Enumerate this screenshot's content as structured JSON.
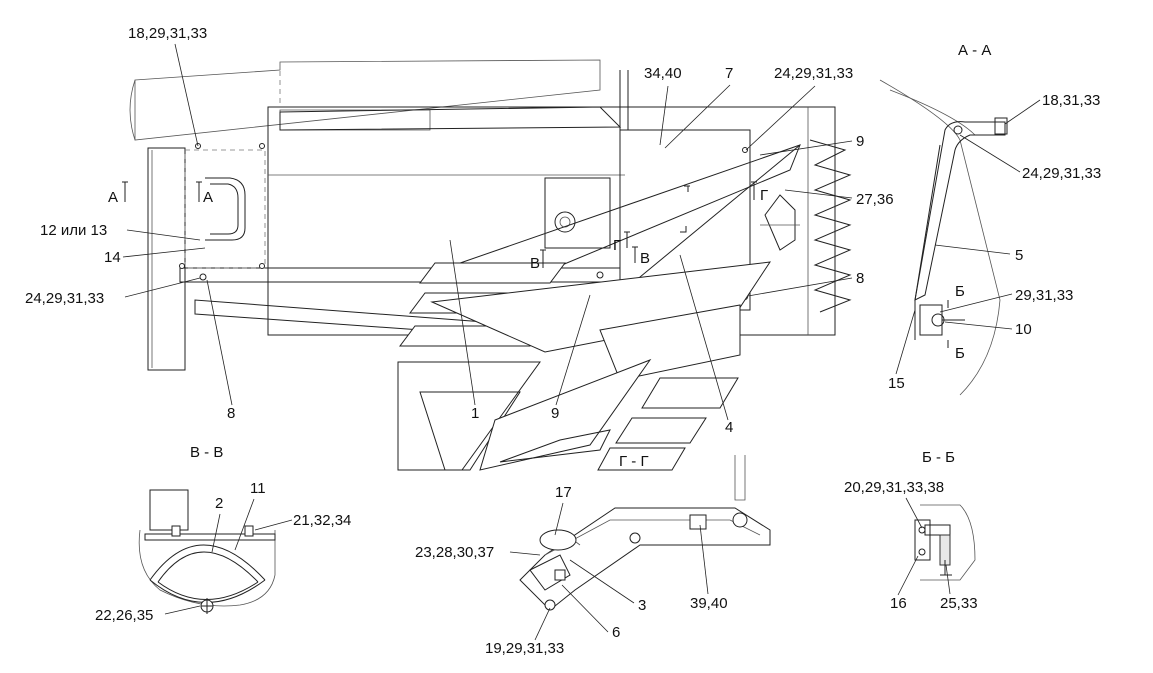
{
  "sections": {
    "aa": "А - А",
    "bb": "Б - Б",
    "vv": "В - В",
    "gg": "Г - Г"
  },
  "cut_markers": {
    "a_left": "А",
    "a_right": "А",
    "v": "В",
    "v2": "В",
    "g1": "Г",
    "g2": "Г",
    "b1": "Б",
    "b2": "Б"
  },
  "callouts": {
    "c1": "18,29,31,33",
    "c2": "34,40",
    "c3": "7",
    "c4": "24,29,31,33",
    "c5": "9",
    "c6": "27,36",
    "c7": "8",
    "c8": "12 или 13",
    "c9": "14",
    "c10": "24,29,31,33",
    "c11": "8",
    "c12": "1",
    "c13": "9",
    "c14": "4",
    "c15": "18,31,33",
    "c16": "24,29,31,33",
    "c17": "5",
    "c18": "29,31,33",
    "c19": "10",
    "c20": "15",
    "c21": "2",
    "c22": "11",
    "c23": "21,32,34",
    "c24": "22,26,35",
    "c25": "17",
    "c26": "23,28,30,37",
    "c27": "3",
    "c28": "6",
    "c29": "19,29,31,33",
    "c30": "39,40",
    "c31": "20,29,31,33,38",
    "c32": "16",
    "c33": "25,33"
  }
}
